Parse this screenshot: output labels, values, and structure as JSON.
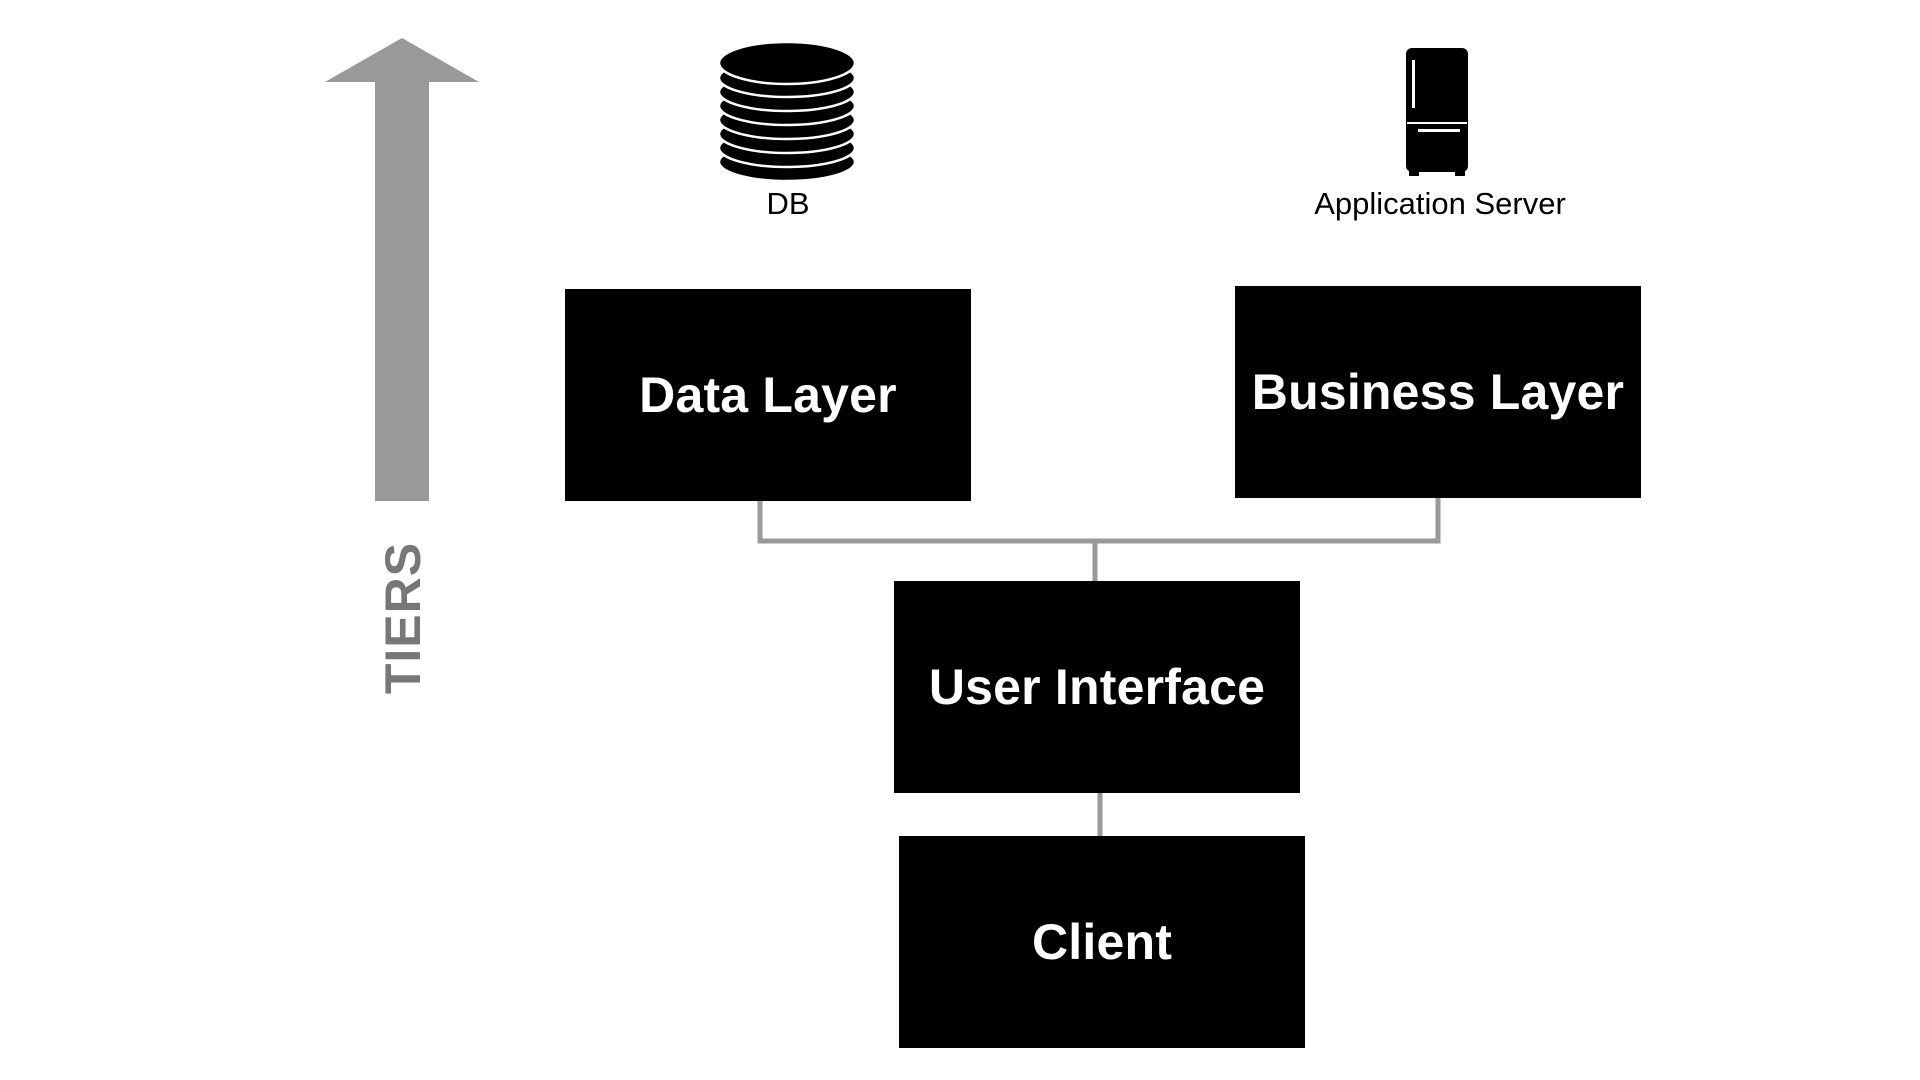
{
  "axis": {
    "label": "TIERS",
    "arrow_color": "#999999",
    "label_color": "#777777"
  },
  "icons": {
    "db": {
      "icon": "database-icon",
      "label": "DB"
    },
    "server": {
      "icon": "refrigerator-server-icon",
      "label": "Application Server"
    }
  },
  "layers": {
    "data": "Data Layer",
    "business": "Business Layer",
    "ui": "User Interface",
    "client": "Client"
  },
  "colors": {
    "box_fill": "#000000",
    "box_text": "#ffffff",
    "connector": "#999999"
  }
}
